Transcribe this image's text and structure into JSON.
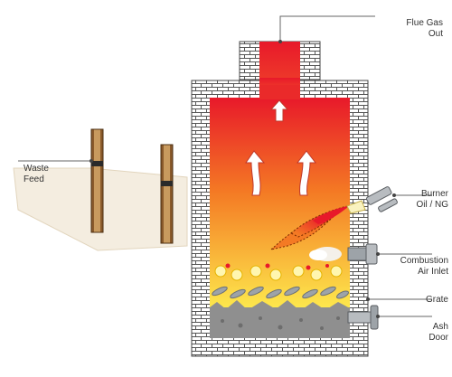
{
  "labels": {
    "flue_gas": [
      "Flue Gas",
      "Out"
    ],
    "waste_feed": [
      "Waste",
      "Feed"
    ],
    "burner": [
      "Burner",
      "Oil / NG"
    ],
    "combustion_air": [
      "Combustion",
      "Air Inlet"
    ],
    "grate": "Grate",
    "ash_door": [
      "Ash",
      "Door"
    ]
  },
  "colors": {
    "flame_top": "#e8192a",
    "flame_mid": "#f47a24",
    "flame_bottom": "#fde74c",
    "brick": "#ffffff",
    "brick_line": "#555555",
    "ash": "#8f8f8f",
    "grate_bar": "#9da3a8",
    "feed_plane": "#f4ede0",
    "post": "#8a5a2b",
    "arrow_fill": "#ffffff",
    "arrow_stroke": "#c0392b"
  },
  "icons": [
    "upward-arrow-icon",
    "burner-flame-icon",
    "air-jet-icon"
  ]
}
